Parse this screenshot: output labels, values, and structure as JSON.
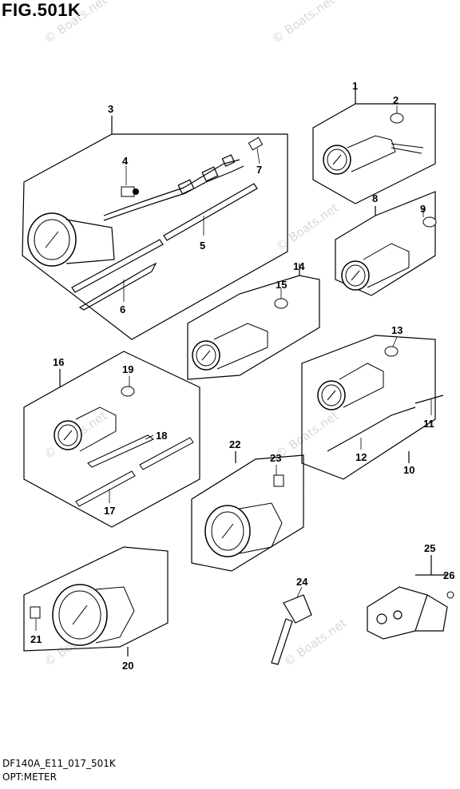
{
  "figure": {
    "title": "FIG.501K",
    "model_code": "DF140A_E11_017_501K",
    "subtitle": "OPT:METER"
  },
  "watermark": "© Boats.net",
  "callouts": [
    "1",
    "2",
    "3",
    "4",
    "5",
    "6",
    "7",
    "8",
    "9",
    "10",
    "11",
    "12",
    "13",
    "14",
    "15",
    "16",
    "17",
    "18",
    "19",
    "20",
    "21",
    "22",
    "23",
    "24",
    "25",
    "26"
  ]
}
